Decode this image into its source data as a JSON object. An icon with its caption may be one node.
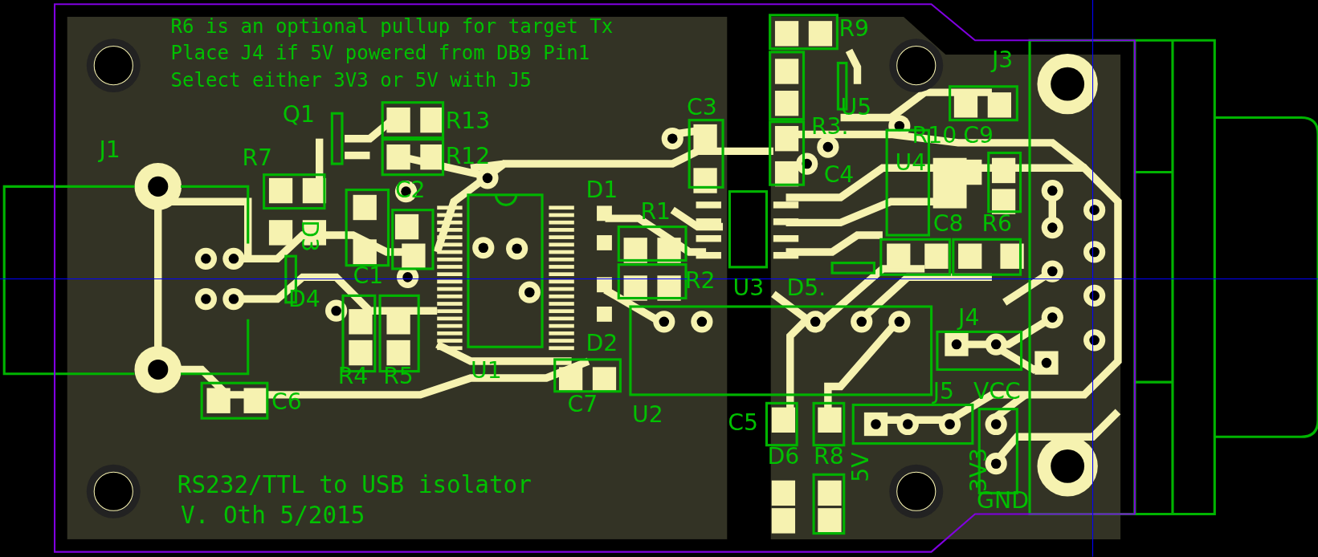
{
  "diagram": {
    "labels": [
      "R6 is an optional pullup for target Tx",
      "Place J4 if 5V powered from DB9 Pin1",
      "Select either 3V3 or 5V with J5",
      "R9",
      "J3",
      "U5",
      "Q1",
      "R13",
      "C3",
      "R3.",
      "R10",
      "C9",
      "J1",
      "R7",
      "R12",
      "C2",
      "U4",
      "C4",
      "D1",
      "R1",
      "D3",
      "C8",
      "R6",
      "C1",
      "R2",
      "U3",
      "D5.",
      "D4",
      "J4",
      "D2",
      "R4",
      "R5",
      "U1",
      "C6",
      "C7",
      "U2",
      "J5",
      "VCC",
      "C5",
      "D6",
      "R8",
      "5V",
      "3V3",
      "GND",
      "RS232/TTL to USB isolator",
      "V. Oth 5/2015"
    ]
  }
}
